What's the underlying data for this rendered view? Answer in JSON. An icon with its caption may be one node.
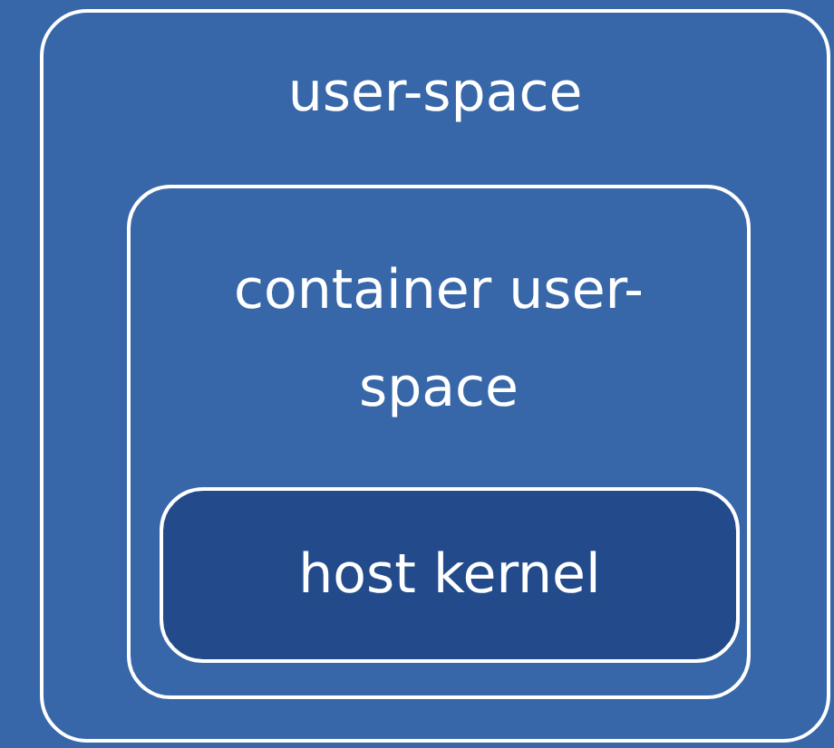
{
  "diagram": {
    "nodes": [
      {
        "text": [
          "user-space"
        ]
      },
      {
        "text": [
          "container user-space"
        ],
        "in": 0
      },
      {
        "text": [
          "host kernel"
        ],
        "in": 1
      }
    ]
  }
}
